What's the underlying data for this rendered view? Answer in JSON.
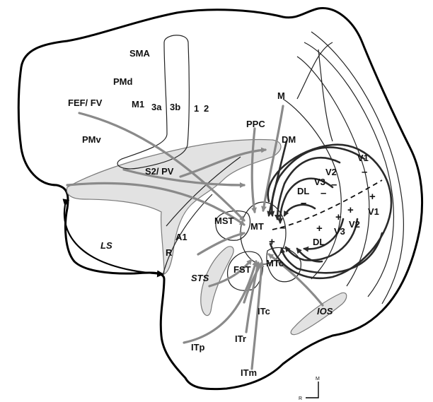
{
  "colors": {
    "outline": "#000000",
    "sulcus_fill": "#e2e2e2",
    "gray_arrow": "#8a8a8a",
    "dark_arrow": "#2a2a2a"
  },
  "areas": {
    "sma": "SMA",
    "pmd": "PMd",
    "fef_fv": "FEF/ FV",
    "m1": "M1",
    "a3a": "3a",
    "a3b": "3b",
    "a1_2": "1",
    "a2": "2",
    "pmv": "PMv",
    "s2_pv": "S2/ PV",
    "m": "M",
    "ppc": "PPC",
    "dm": "DM",
    "mst": "MST",
    "mt": "MT",
    "fst": "FST",
    "mtc": "MTc",
    "a1": "A1",
    "r": "R",
    "itc": "ITc",
    "itr": "ITr",
    "itp": "ITp",
    "itm": "ITm",
    "v1_top": "V1",
    "v2_top": "V2",
    "v3_top": "V3",
    "dl_top": "DL",
    "v1_bot": "V1",
    "v2_bot": "V2",
    "v3_bot": "V3",
    "dl_bot": "DL"
  },
  "sulci": {
    "ls": "LS",
    "sts": "STS",
    "ios": "IOS"
  },
  "signs": {
    "minus": "–",
    "plus": "+"
  },
  "orientation": {
    "medial": "M",
    "rostral": "R"
  }
}
